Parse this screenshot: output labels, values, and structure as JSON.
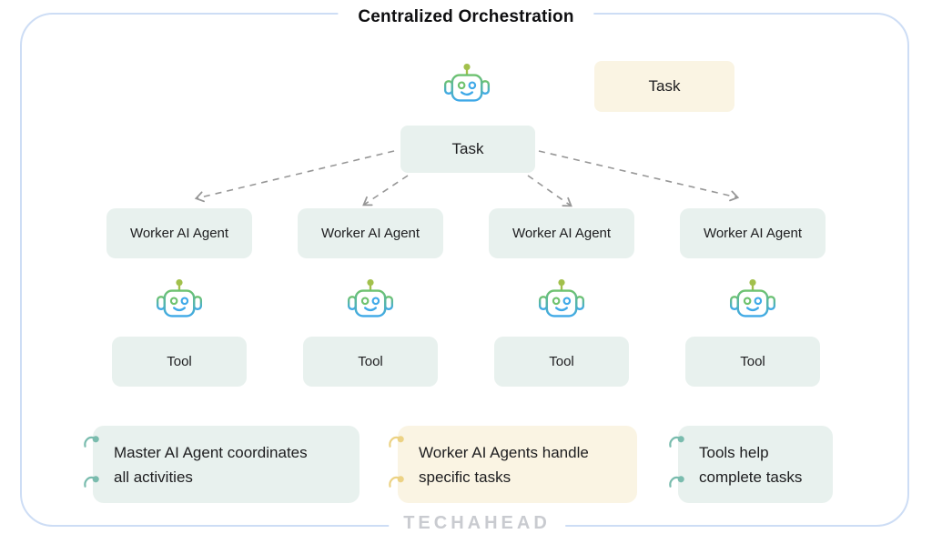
{
  "diagram": {
    "title": "Centralized Orchestration",
    "brand": "TECHAHEAD",
    "side_task_label": "Task",
    "center_task_label": "Task",
    "worker_labels": [
      "Worker AI Agent",
      "Worker AI Agent",
      "Worker AI Agent",
      "Worker AI Agent"
    ],
    "tool_labels": [
      "Tool",
      "Tool",
      "Tool",
      "Tool"
    ],
    "notes": [
      {
        "theme": "mint",
        "quote_color": "#7abcae",
        "lines": [
          "Master AI Agent coordinates",
          "all activities"
        ]
      },
      {
        "theme": "cream",
        "quote_color": "#ecd284",
        "lines": [
          "Worker AI Agents handle",
          "specific tasks"
        ]
      },
      {
        "theme": "mint",
        "quote_color": "#7abcae",
        "lines": [
          "Tools help",
          "complete tasks"
        ]
      }
    ],
    "colors": {
      "mint_box": "#e8f1ee",
      "cream_box": "#faf4e3",
      "border_blue": "#cdddf5",
      "arrow_gray": "#979797",
      "robot_green": "#6ec26e",
      "robot_blue": "#3fa9e8",
      "antenna_green": "#a2c04b",
      "quote_teal": "#7abcae",
      "quote_yellow": "#ecd284",
      "logo_gray": "#c9cbd0"
    }
  }
}
